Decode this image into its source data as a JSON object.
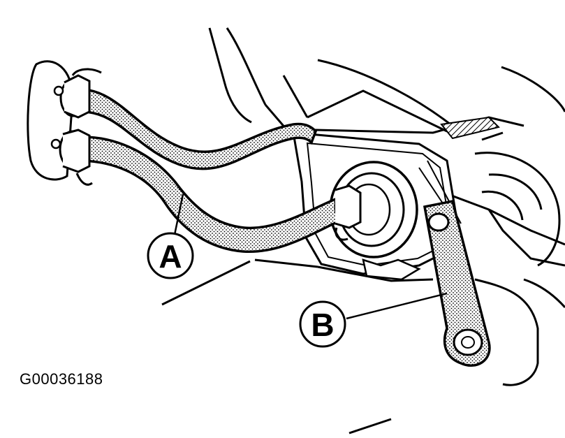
{
  "figure": {
    "id_label": "G00036188",
    "callouts": [
      {
        "letter": "A",
        "target": "heater-hoses"
      },
      {
        "letter": "B",
        "target": "mounting-bracket"
      }
    ]
  },
  "colors": {
    "ink": "#000000",
    "paper": "#ffffff",
    "stipple": "#000000"
  }
}
